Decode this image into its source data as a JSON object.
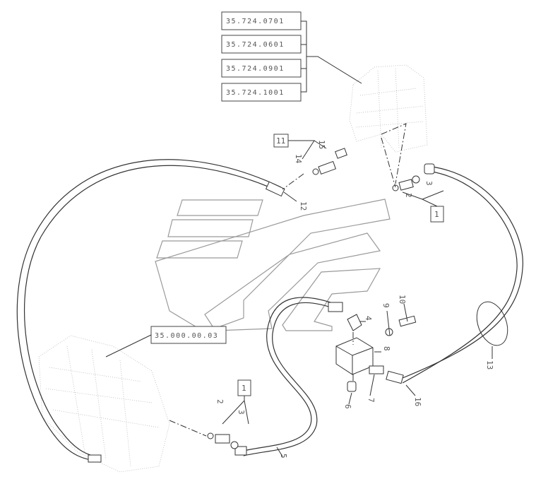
{
  "references": [
    {
      "label": "35.724.0701"
    },
    {
      "label": "35.724.0601"
    },
    {
      "label": "35.724.0901"
    },
    {
      "label": "35.724.1001"
    },
    {
      "label": "35.000.00.03"
    }
  ],
  "kits": [
    {
      "label": "11"
    },
    {
      "label": "1"
    },
    {
      "label": "1"
    }
  ],
  "callouts": [
    "15",
    "14",
    "12",
    "2",
    "3",
    "4",
    "9",
    "10",
    "8",
    "7",
    "6",
    "13",
    "16",
    "2",
    "3",
    "5"
  ]
}
